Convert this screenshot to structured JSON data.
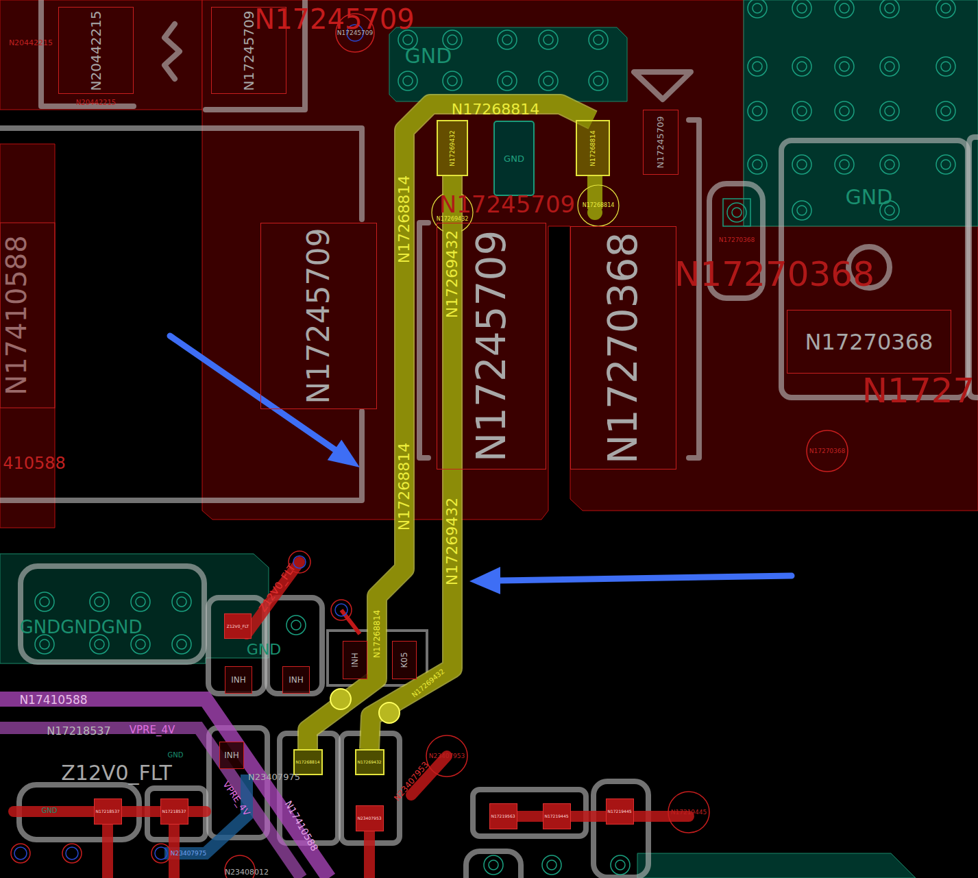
{
  "diagram": {
    "nodes": [
      {
        "text": [
          "N20442215"
        ]
      },
      {
        "text": [
          "N17245709"
        ]
      },
      {
        "text": [
          "N17269432"
        ]
      },
      {
        "text": [
          "GND"
        ]
      },
      {
        "text": [
          "N17268814"
        ]
      },
      {
        "text": [
          "N17245709"
        ]
      },
      {
        "text": [
          "N17245709"
        ]
      },
      {
        "text": [
          "N17245709"
        ]
      },
      {
        "text": [
          "N17270368"
        ]
      },
      {
        "text": [
          "N17270368"
        ]
      },
      {
        "text": [
          "Z12V0_FLT"
        ]
      },
      {
        "text": [
          "INH"
        ]
      },
      {
        "text": [
          "INH"
        ]
      },
      {
        "text": [
          "INH"
        ]
      },
      {
        "text": [
          "K05"
        ]
      },
      {
        "text": [
          "INH"
        ]
      },
      {
        "text": [
          "N17268814"
        ]
      },
      {
        "text": [
          "N17269432"
        ]
      },
      {
        "text": [
          "N17218537"
        ]
      },
      {
        "text": [
          "N17218537"
        ]
      },
      {
        "text": [
          "N23407953"
        ]
      },
      {
        "text": [
          "N17219563"
        ]
      },
      {
        "text": [
          "N17219445"
        ]
      },
      {
        "text": [
          "N17219445"
        ]
      }
    ],
    "edges": [
      {
        "from": 4,
        "to": 16,
        "arrow": "none",
        "label": "N17268814"
      },
      {
        "from": 2,
        "to": 17,
        "arrow": "none",
        "label": "N17269432"
      }
    ],
    "labels": [
      "N17245709",
      "N20442215",
      "N20442215",
      "N17245709",
      "GND",
      "N17245709",
      "N17269432",
      "N17268814",
      "N17268814",
      "N17268814",
      "N17269432",
      "N17270368",
      "N17270368",
      "GND",
      "N1727",
      "N17270368",
      "N17410588",
      "410588",
      "Z12V0_FLT",
      "GNDGNDGND",
      "GND",
      "N17268814",
      "N17269432",
      "N17410588",
      "N17218537",
      "VPRE_4V",
      "Z12V0_FLT",
      "N17410588",
      "VPRE_4V",
      "N23407975",
      "N23407953",
      "N23407953",
      "N17219445",
      "N23407975",
      "N23408012",
      "GND",
      "GND"
    ]
  }
}
